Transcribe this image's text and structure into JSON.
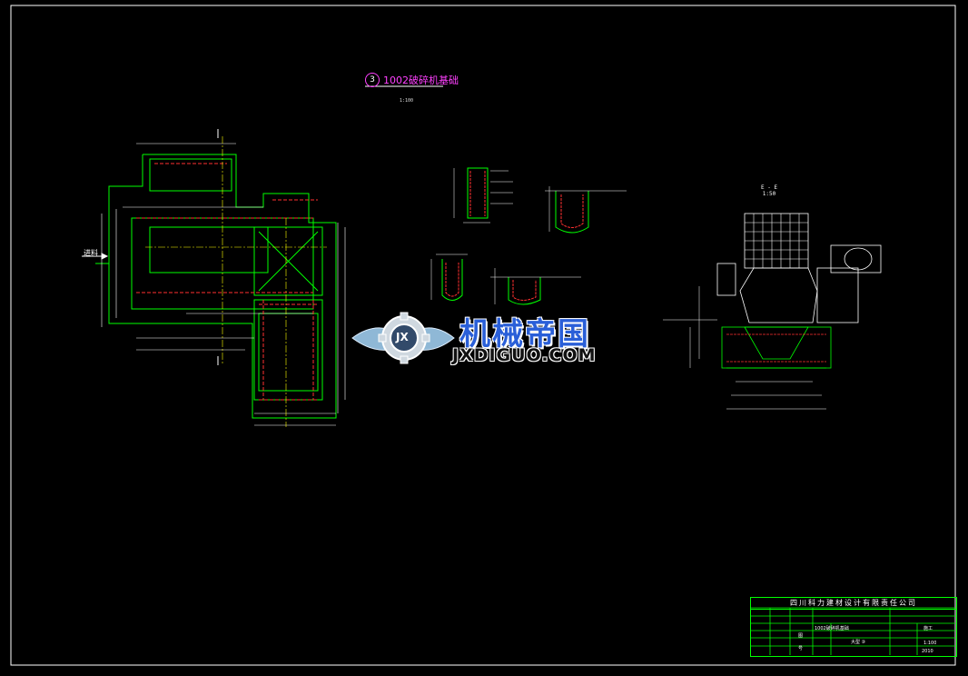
{
  "drawing": {
    "title_circle_number": "3",
    "title_text": "1002破碎机基础",
    "title_scale": "1:100",
    "left_arrow_label": "进料",
    "section_ee_label": "E - E",
    "section_ee_scale": "1:50"
  },
  "watermark": {
    "cn_text": "机械帝国",
    "en_text": "JXDIGUO.COM",
    "logo_letters": "JX"
  },
  "title_block": {
    "company": "四川科力建材设计有限责任公司",
    "drawing_name": "1002破碎机基础",
    "sheet_label": "图",
    "sheet_number_label": "号",
    "sheet_no": "大型 ③",
    "scale": "1:100",
    "status": "施工",
    "date": "2010"
  },
  "colors": {
    "line_main": "#00ff00",
    "line_dim": "#ffffff",
    "line_hidden": "#ff3030",
    "line_axis": "#ffff00",
    "title": "#ff40ff",
    "background": "#000000"
  }
}
